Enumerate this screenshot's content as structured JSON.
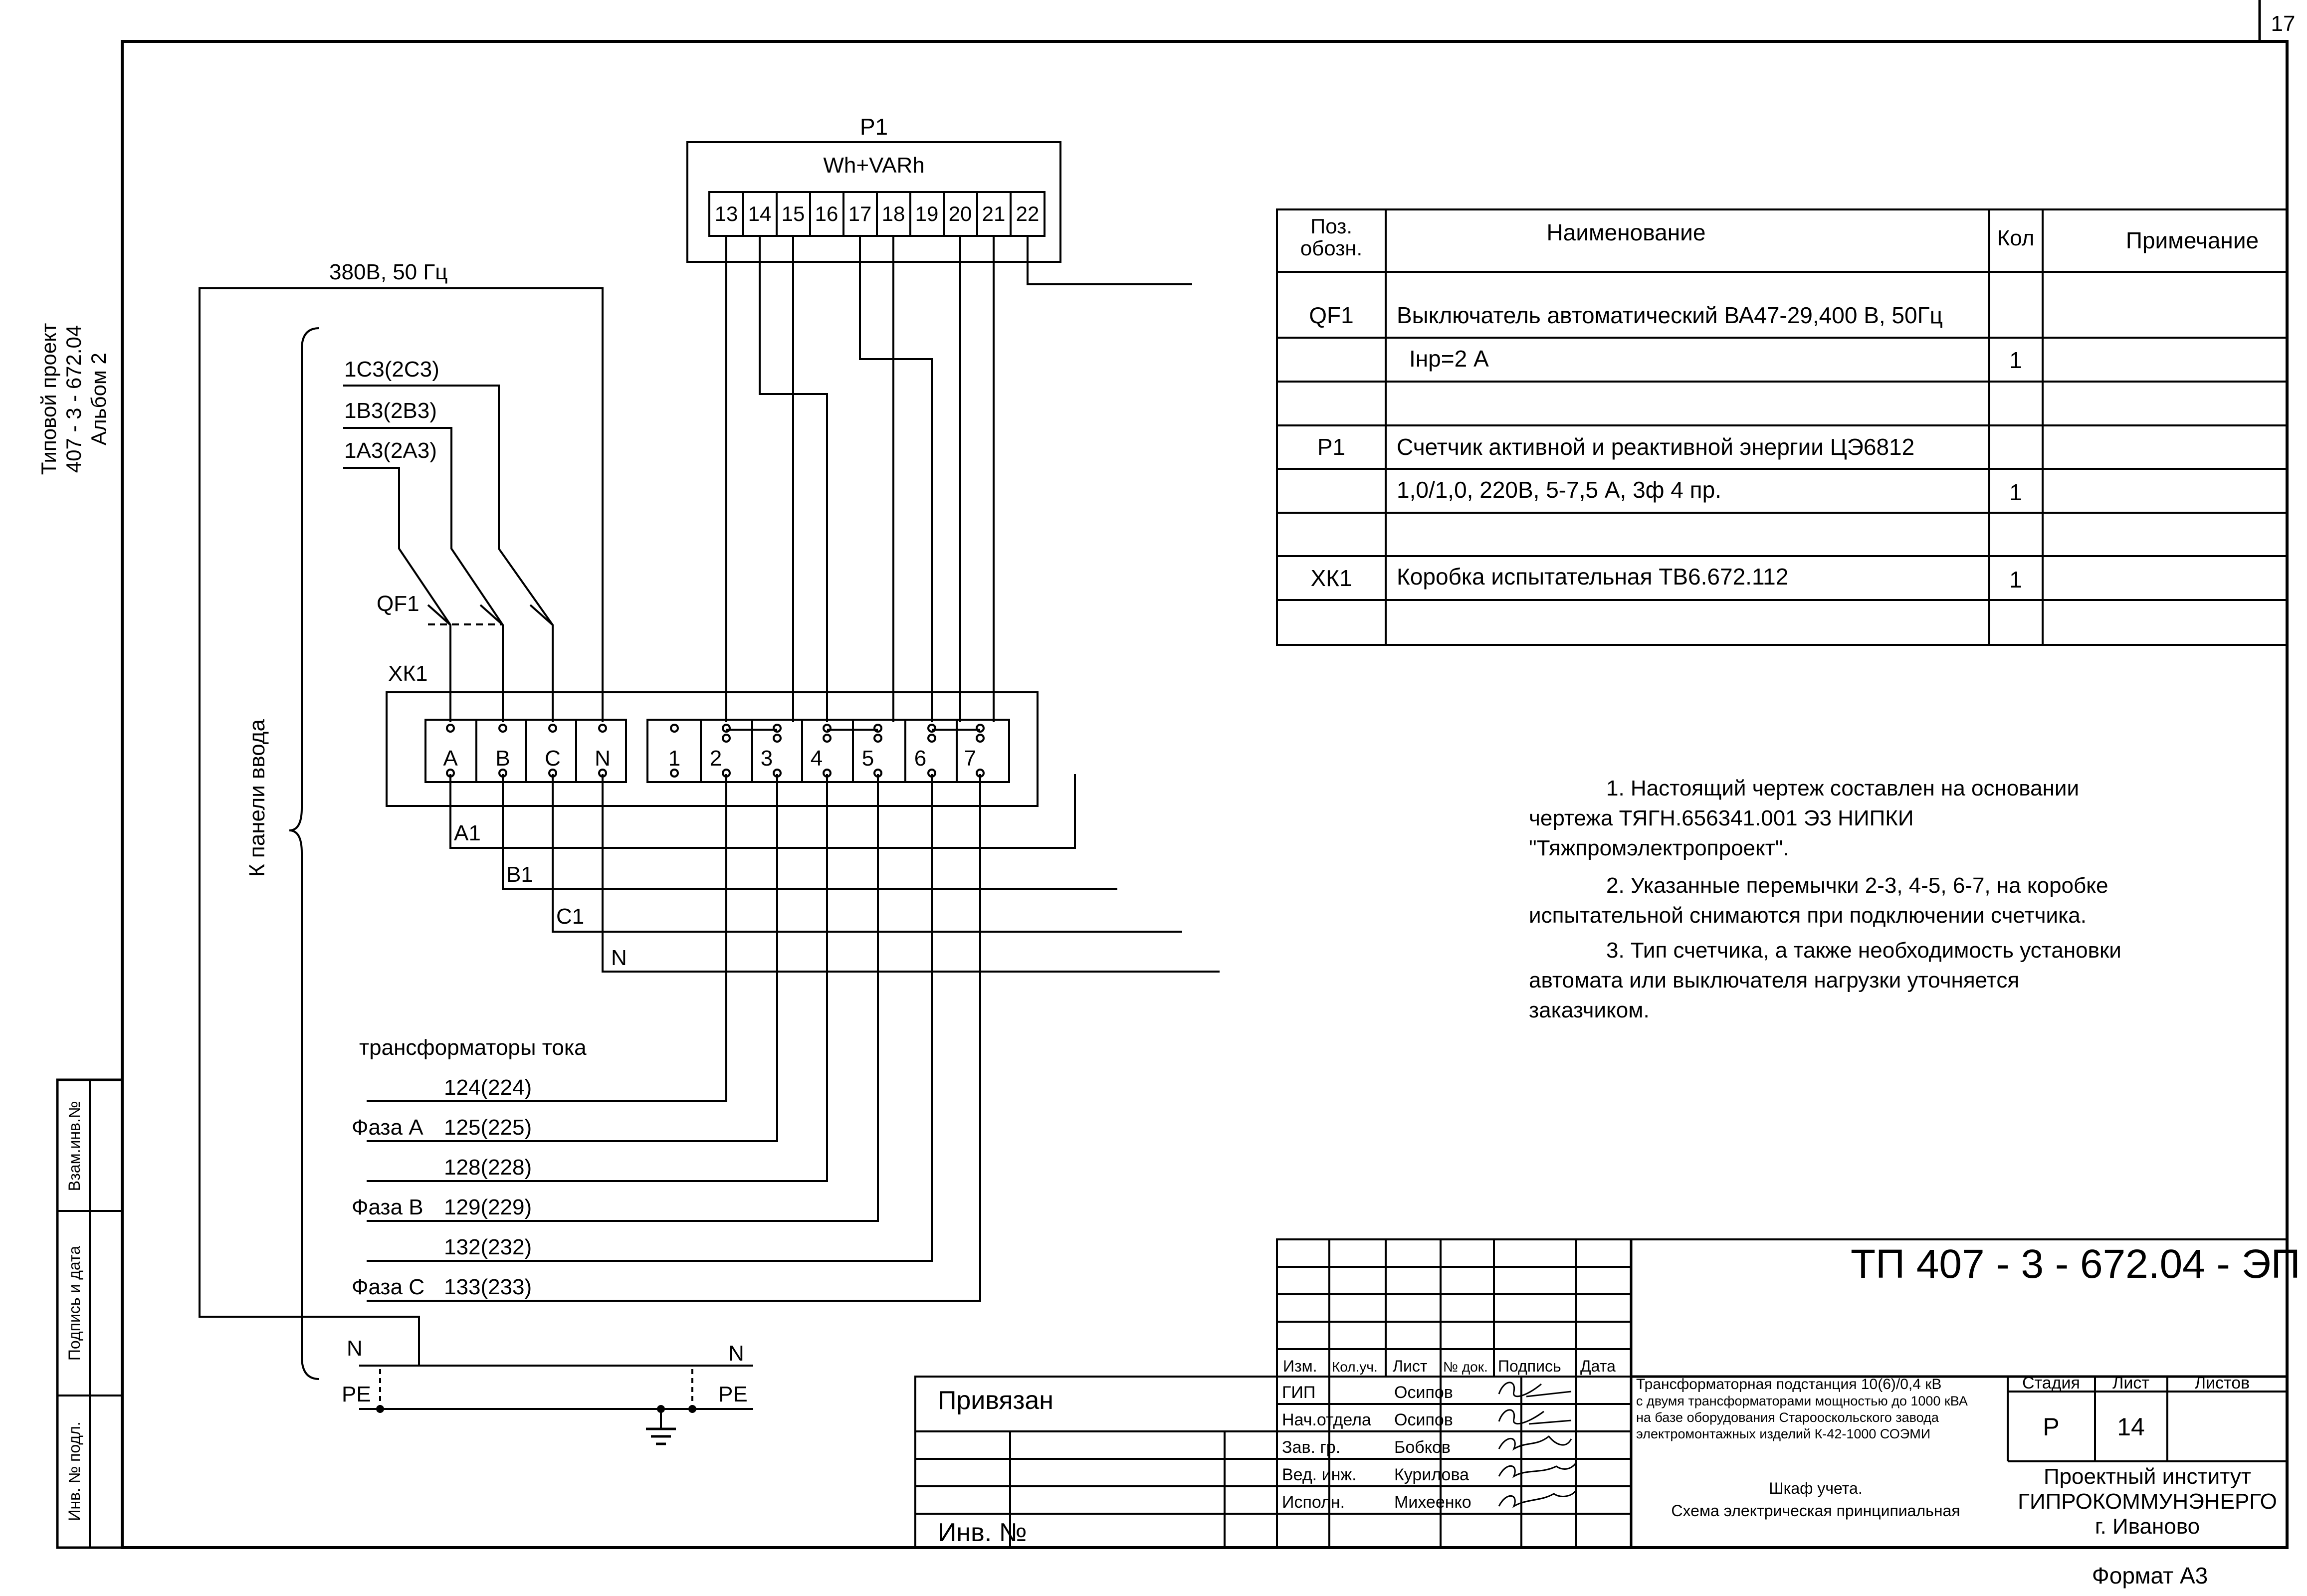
{
  "page": {
    "sheet_number": "17",
    "format": "Формат А3"
  },
  "side_labels": {
    "project_line1": "Типовой проект",
    "project_line2": "407 - 3 - 672.04",
    "project_line3": "Альбом 2",
    "to_panel": "К панели ввода",
    "vzam_inv": "Взам.инв.№",
    "podpis_data": "Подпись и дата",
    "inv_podl": "Инв. № подл."
  },
  "schematic": {
    "meter_ref": "P1",
    "meter_label": "Wh+VARh",
    "meter_terminals": [
      "13",
      "14",
      "15",
      "16",
      "17",
      "18",
      "19",
      "20",
      "21",
      "22"
    ],
    "supply": "380В, 50 Гц",
    "circuit_c": "1С3(2С3)",
    "circuit_b": "1В3(2В3)",
    "circuit_a": "1А3(2А3)",
    "breaker_ref": "QF1",
    "testbox_ref": "ХК1",
    "testbox_left": [
      "А",
      "В",
      "С",
      "N"
    ],
    "testbox_right": [
      "1",
      "2",
      "3",
      "4",
      "5",
      "6",
      "7"
    ],
    "bus_a1": "А1",
    "bus_b1": "В1",
    "bus_c1": "С1",
    "bus_n": "N",
    "ct_title": "трансформаторы тока",
    "ct_124": "124(224)",
    "ct_125": "125(225)",
    "ct_128": "128(228)",
    "ct_129": "129(229)",
    "ct_132": "132(232)",
    "ct_133": "133(233)",
    "phase_a": "Фаза А",
    "phase_b": "Фаза В",
    "phase_c": "Фаза С",
    "n_left": "N",
    "pe_left": "PE",
    "n_right": "N",
    "pe_right": "PE"
  },
  "bom": {
    "headers": {
      "pos_line1": "Поз.",
      "pos_line2": "обозн.",
      "name": "Наименование",
      "qty": "Кол",
      "note": "Примечание"
    },
    "rows": [
      {
        "pos": "QF1",
        "name": "Выключатель автоматический ВА47-29,400 В, 50Гц",
        "qty": "",
        "note": ""
      },
      {
        "pos": "",
        "name": "Iнр=2 А",
        "qty": "1",
        "note": ""
      },
      {
        "pos": "",
        "name": "",
        "qty": "",
        "note": ""
      },
      {
        "pos": "P1",
        "name": "Счетчик активной и реактивной энергии ЦЭ6812",
        "qty": "",
        "note": ""
      },
      {
        "pos": "",
        "name": "1,0/1,0, 220В, 5-7,5 А, 3ф 4 пр.",
        "qty": "1",
        "note": ""
      },
      {
        "pos": "",
        "name": "",
        "qty": "",
        "note": ""
      },
      {
        "pos": "ХК1",
        "name": "Коробка испытательная ТВ6.672.112",
        "qty": "1",
        "note": ""
      },
      {
        "pos": "",
        "name": "",
        "qty": "",
        "note": ""
      }
    ]
  },
  "notes": [
    "1. Настоящий чертеж составлен на основании",
    "чертежа ТЯГН.656341.001 Э3  НИПКИ",
    "\"Тяжпромэлектропроект\".",
    "2. Указанные перемычки 2-3, 4-5, 6-7, на коробке",
    "испытательной снимаются при подключении счетчика.",
    "3. Тип счетчика, а также необходимость установки",
    "автомата или выключателя нагрузки уточняется",
    "заказчиком."
  ],
  "title_block": {
    "code": "ТП 407 - 3 - 672.04 - ЭП",
    "privyazan": "Привязан",
    "inv_no": "Инв. №",
    "col_izm": "Изм.",
    "col_koluch": "Кол.уч.",
    "col_list": "Лист",
    "col_ndok": "№ док.",
    "col_podpis": "Подпись",
    "col_data": "Дата",
    "roles": [
      {
        "role": "ГИП",
        "name": "Осипов"
      },
      {
        "role": "Нач.отдела",
        "name": "Осипов"
      },
      {
        "role": "Зав. гр.",
        "name": "Бобков"
      },
      {
        "role": "Вед. инж.",
        "name": "Курилова"
      },
      {
        "role": "Исполн.",
        "name": "Михеенко"
      }
    ],
    "object_line1": "Трансформаторная подстанция 10(6)/0,4 кВ",
    "object_line2": "с двумя трансформаторами мощностью до 1000 кВА",
    "object_line3": "на базе оборудования Старооскольского завода",
    "object_line4": "электромонтажных изделий К-42-1000 СОЭМИ",
    "stadia_label": "Стадия",
    "list_label": "Лист",
    "listov_label": "Листов",
    "stadia": "Р",
    "list": "14",
    "listov": "",
    "sheet_title_line1": "Шкаф учета.",
    "sheet_title_line2": "Схема электрическая принципиальная",
    "org_line1": "Проектный институт",
    "org_line2": "ГИПРОКОММУНЭНЕРГО",
    "org_line3": "г. Иваново"
  }
}
